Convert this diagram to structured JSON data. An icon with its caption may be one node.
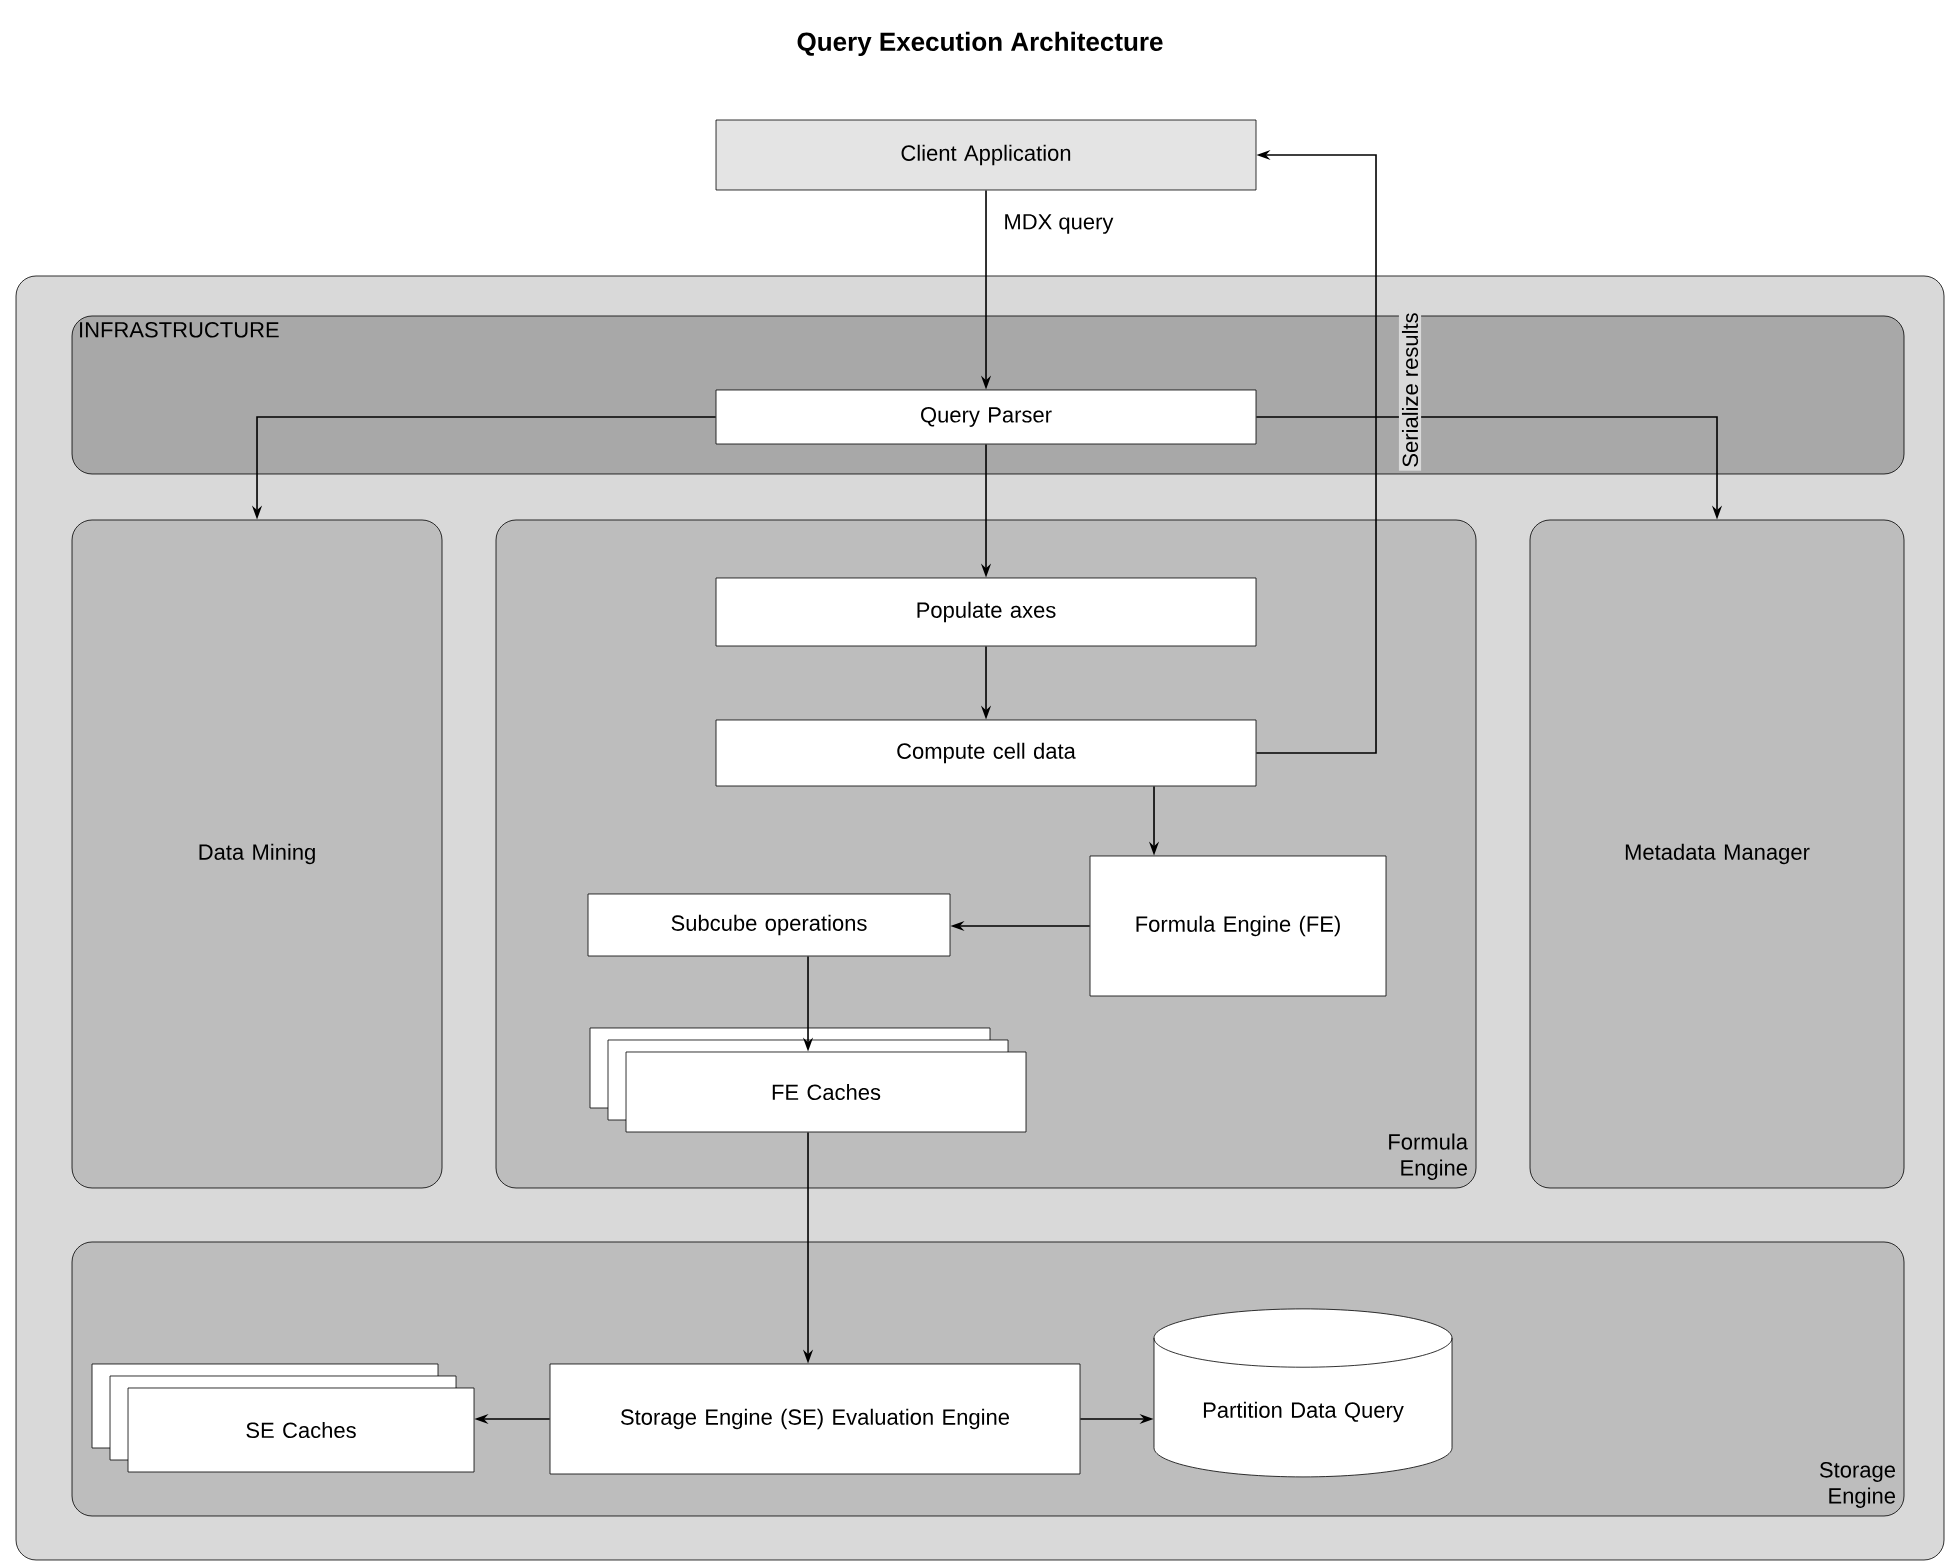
{
  "diagram": {
    "title": "Query Execution Architecture",
    "nodes": [
      {
        "text": [],
        "shape": "box"
      },
      {
        "text": [
          "INFRASTRUCTURE"
        ],
        "in": 0
      },
      {
        "text": [
          "Query Parser"
        ],
        "in": 1
      },
      {
        "text": [
          "Data Mining"
        ],
        "in": 0
      },
      {
        "text": [
          "Formula Engine"
        ],
        "in": 0
      },
      {
        "text": [
          "Populate axes"
        ],
        "in": 4
      },
      {
        "text": [
          "Compute cell data"
        ],
        "in": 4
      },
      {
        "text": [
          "Formula Engine (FE)"
        ],
        "in": 4
      },
      {
        "text": [
          "Subcube operations"
        ],
        "in": 4
      },
      {
        "text": [
          "FE Caches"
        ],
        "in": 4
      },
      {
        "text": [
          "Metadata Manager"
        ],
        "in": 0
      },
      {
        "text": [
          "Storage Engine"
        ],
        "in": 0
      },
      {
        "text": [
          "SE Caches"
        ],
        "in": 11
      },
      {
        "text": [
          "Storage Engine (SE) Evaluation Engine"
        ],
        "in": 11
      },
      {
        "text": [
          "Partition Data Query"
        ],
        "in": 11
      },
      {
        "text": [
          "Client Application"
        ]
      }
    ],
    "edges": [
      {
        "from": 15,
        "to": 2,
        "arrow": "to",
        "label": "MDX query"
      },
      {
        "from": 2,
        "to": 3,
        "arrow": "to"
      },
      {
        "from": 2,
        "to": 10,
        "arrow": "to"
      },
      {
        "from": 2,
        "to": 5,
        "arrow": "to"
      },
      {
        "from": 5,
        "to": 6,
        "arrow": "to"
      },
      {
        "from": 6,
        "to": 15,
        "arrow": "to",
        "label": "Serialize results"
      },
      {
        "from": 6,
        "to": 7,
        "arrow": "to"
      },
      {
        "from": 7,
        "to": 8,
        "arrow": "to"
      },
      {
        "from": 8,
        "to": 9,
        "arrow": "to"
      },
      {
        "from": 9,
        "to": 13,
        "arrow": "to"
      },
      {
        "from": 13,
        "to": 12,
        "arrow": "to"
      },
      {
        "from": 13,
        "to": 14,
        "arrow": "to"
      }
    ]
  }
}
